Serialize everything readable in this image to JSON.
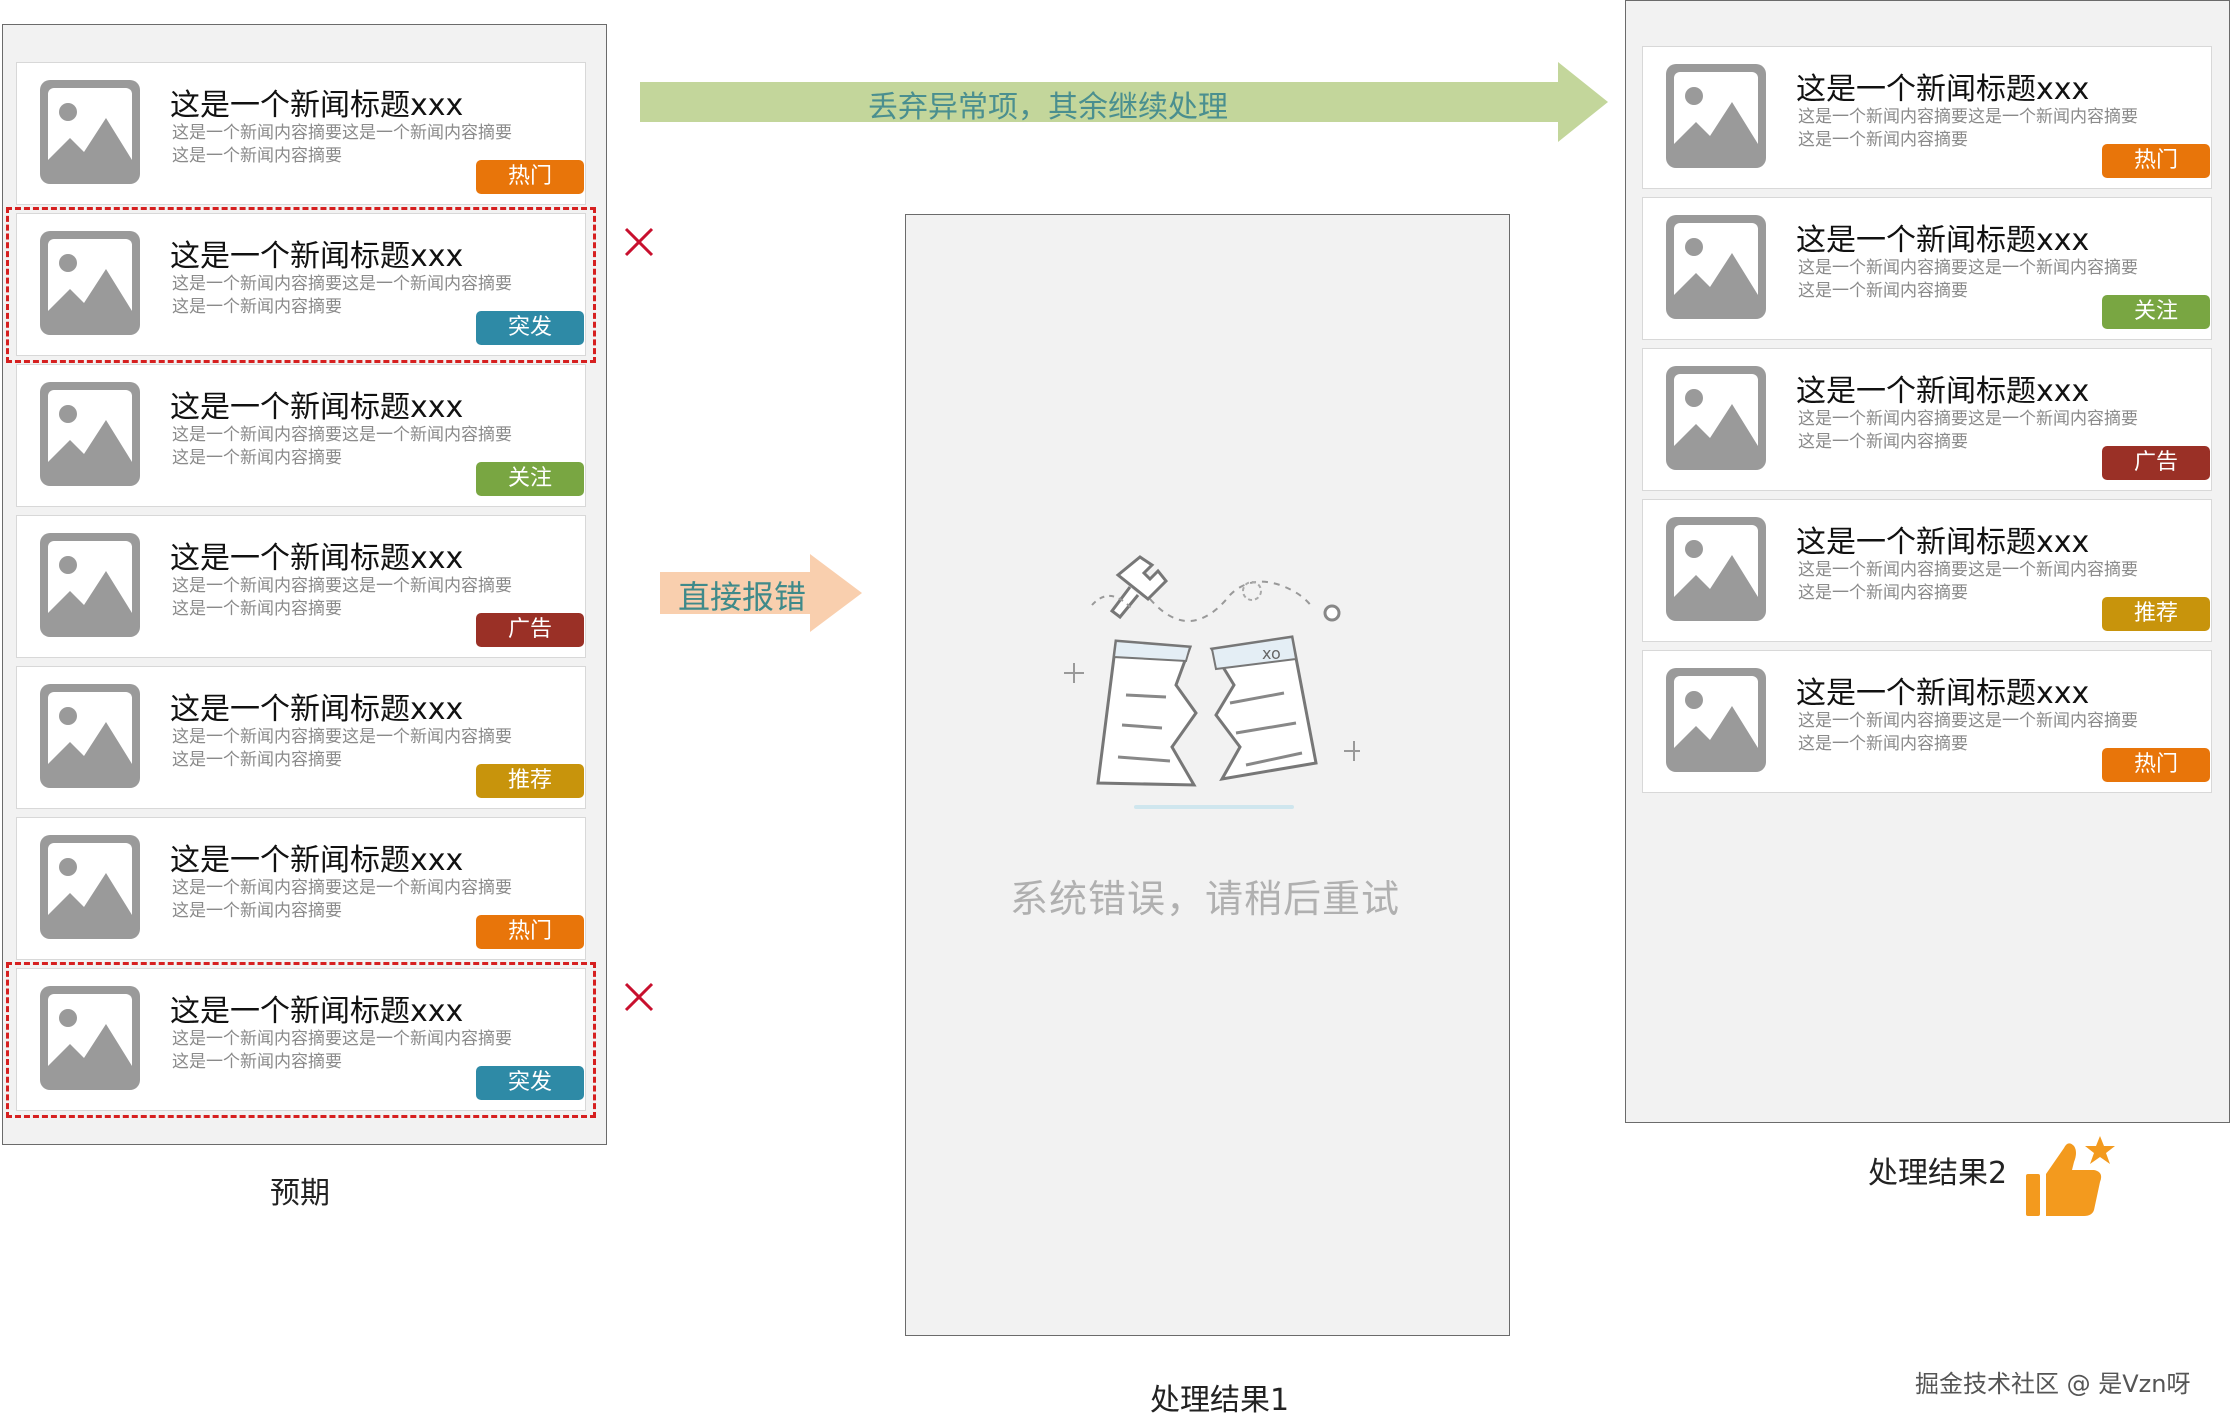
{
  "panel_left": {
    "cards": [
      {
        "title": "这是一个新闻标题xxx",
        "summary": "这是一个新闻内容摘要这是一个新闻内容摘要这是一个新闻内容摘要",
        "tag": "热门",
        "tag_color": "#e8750a",
        "discarded": false
      },
      {
        "title": "这是一个新闻标题xxx",
        "summary": "这是一个新闻内容摘要这是一个新闻内容摘要这是一个新闻内容摘要",
        "tag": "突发",
        "tag_color": "#2e8aa6",
        "discarded": true
      },
      {
        "title": "这是一个新闻标题xxx",
        "summary": "这是一个新闻内容摘要这是一个新闻内容摘要这是一个新闻内容摘要",
        "tag": "关注",
        "tag_color": "#79a642",
        "discarded": false
      },
      {
        "title": "这是一个新闻标题xxx",
        "summary": "这是一个新闻内容摘要这是一个新闻内容摘要这是一个新闻内容摘要",
        "tag": "广告",
        "tag_color": "#9a3026",
        "discarded": false
      },
      {
        "title": "这是一个新闻标题xxx",
        "summary": "这是一个新闻内容摘要这是一个新闻内容摘要这是一个新闻内容摘要",
        "tag": "推荐",
        "tag_color": "#c8940c",
        "discarded": false
      },
      {
        "title": "这是一个新闻标题xxx",
        "summary": "这是一个新闻内容摘要这是一个新闻内容摘要这是一个新闻内容摘要",
        "tag": "热门",
        "tag_color": "#e8750a",
        "discarded": false
      },
      {
        "title": "这是一个新闻标题xxx",
        "summary": "这是一个新闻内容摘要这是一个新闻内容摘要这是一个新闻内容摘要",
        "tag": "突发",
        "tag_color": "#2e8aa6",
        "discarded": true
      }
    ],
    "caption": "预期"
  },
  "panel_middle": {
    "error_text": "系统错误，请稍后重试",
    "caption": "处理结果1"
  },
  "panel_right": {
    "cards": [
      {
        "title": "这是一个新闻标题xxx",
        "summary": "这是一个新闻内容摘要这是一个新闻内容摘要这是一个新闻内容摘要",
        "tag": "热门",
        "tag_color": "#e8750a"
      },
      {
        "title": "这是一个新闻标题xxx",
        "summary": "这是一个新闻内容摘要这是一个新闻内容摘要这是一个新闻内容摘要",
        "tag": "关注",
        "tag_color": "#79a642"
      },
      {
        "title": "这是一个新闻标题xxx",
        "summary": "这是一个新闻内容摘要这是一个新闻内容摘要这是一个新闻内容摘要",
        "tag": "广告",
        "tag_color": "#9a3026"
      },
      {
        "title": "这是一个新闻标题xxx",
        "summary": "这是一个新闻内容摘要这是一个新闻内容摘要这是一个新闻内容摘要",
        "tag": "推荐",
        "tag_color": "#c8940c"
      },
      {
        "title": "这是一个新闻标题xxx",
        "summary": "这是一个新闻内容摘要这是一个新闻内容摘要这是一个新闻内容摘要",
        "tag": "热门",
        "tag_color": "#e8750a"
      }
    ],
    "caption": "处理结果2",
    "badge_icon": "thumbs-up-star-icon"
  },
  "arrows": {
    "top": {
      "label": "丢弃异常项，其余继续处理",
      "color": "#c3d69b",
      "text_color": "#4a8f8f"
    },
    "middle": {
      "label": "直接报错",
      "color": "#f9cfae",
      "text_color": "#3f8a8a"
    }
  },
  "watermark": "掘金技术社区 @ 是Vzn呀",
  "colors": {
    "discard_border": "#d62020",
    "thumb_bg": "#9a9a9a",
    "panel_bg": "#f2f2f2"
  }
}
